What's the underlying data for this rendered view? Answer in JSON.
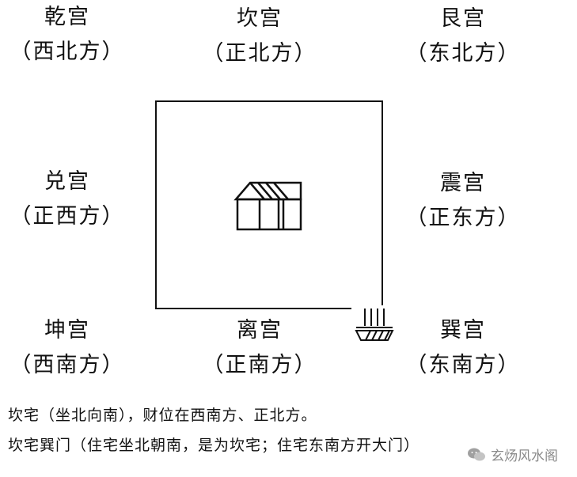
{
  "palaces": {
    "nw": {
      "name": "乾宫",
      "dir": "（西北方）"
    },
    "n": {
      "name": "坎宫",
      "dir": "（正北方）"
    },
    "ne": {
      "name": "艮宫",
      "dir": "（东北方）"
    },
    "w": {
      "name": "兑宫",
      "dir": "（正西方）"
    },
    "e": {
      "name": "震宫",
      "dir": "（正东方）"
    },
    "sw": {
      "name": "坤宫",
      "dir": "（西南方）"
    },
    "s": {
      "name": "离宫",
      "dir": "（正南方）"
    },
    "se": {
      "name": "巽宫",
      "dir": "（东南方）"
    }
  },
  "captions": {
    "line1": "坎宅（坐北向南），财位在西南方、正北方。",
    "line2": "坎宅巽门（住宅坐北朝南，是为坎宅；住宅东南方开大门）"
  },
  "watermark": {
    "text": "玄炀风水阁",
    "icon": "wechat-icon"
  }
}
